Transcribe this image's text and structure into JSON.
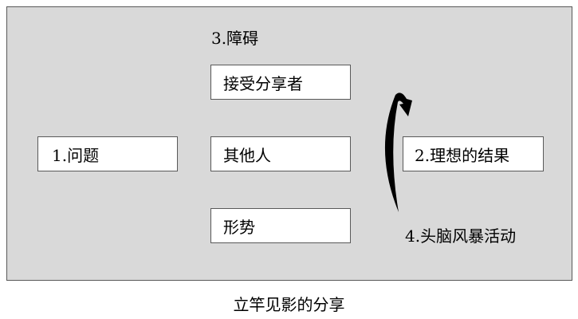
{
  "diagram": {
    "obstacles_label": "3.障碍",
    "nodes": {
      "recipients": "接受分享者",
      "problem": "1.问题",
      "others": "其他人",
      "ideal_result": "2.理想的结果",
      "situation": "形势"
    },
    "brainstorm_label": "4.头脑风暴活动",
    "cycle_arrow_icon": "curved-arrow-icon"
  },
  "caption": "立竿见影的分享",
  "colors": {
    "panel_background": "#d9d9d9",
    "border": "#595959",
    "box_fill": "#ffffff",
    "text": "#000000",
    "arrow": "#000000"
  }
}
